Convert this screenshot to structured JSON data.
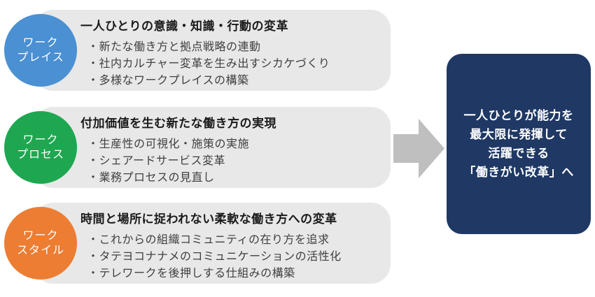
{
  "rows": [
    {
      "circle": {
        "line1": "ワーク",
        "line2": "プレイス",
        "color": "#4A90D2"
      },
      "title": "一人ひとりの意識・知識・行動の変革",
      "bullets": [
        "・新たな働き方と拠点戦略の連動",
        "・社内カルチャー変革を生み出すシカケづくり",
        "・多様なワークプレイスの構築"
      ]
    },
    {
      "circle": {
        "line1": "ワーク",
        "line2": "プロセス",
        "color": "#1EA750"
      },
      "title": "付加価値を生む新たな働き方の実現",
      "bullets": [
        "・生産性の可視化・施策の実施",
        "・シェアードサービス変革",
        "・業務プロセスの見直し"
      ]
    },
    {
      "circle": {
        "line1": "ワーク",
        "line2": "スタイル",
        "color": "#EC7D33"
      },
      "title": "時間と場所に捉われない柔軟な働き方への変革",
      "bullets": [
        "・これからの組織コミュニティの在り方を追求",
        "・タテヨコナナメのコミュニケーションの活性化",
        "・テレワークを後押しする仕組みの構築"
      ]
    }
  ],
  "result": {
    "lines": [
      "一人ひとりが能力を",
      "最大限に発揮して",
      "活躍できる",
      "「働きがい改革」へ"
    ],
    "color": "#1F3864"
  },
  "arrow": {
    "color": "#BFBFBF"
  },
  "colors": {
    "panel_bg": "#E8E8E8"
  }
}
